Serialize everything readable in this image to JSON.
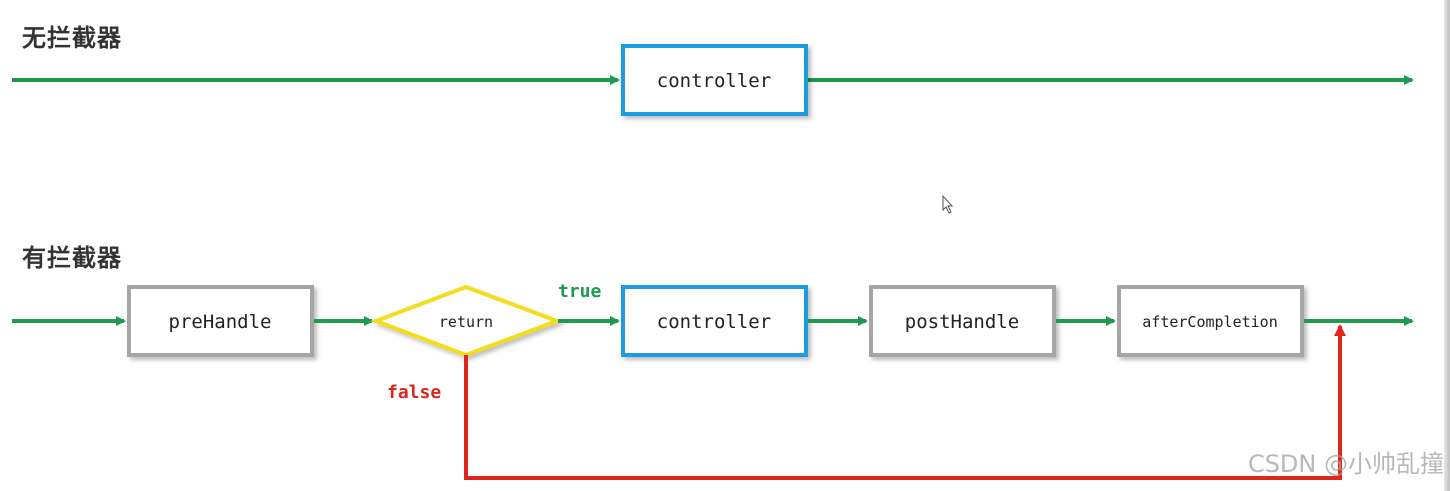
{
  "headings": {
    "without": "无拦截器",
    "with": "有拦截器"
  },
  "boxes": {
    "controller_top": "controller",
    "prehandle": "preHandle",
    "return": "return",
    "controller": "controller",
    "posthandle": "postHandle",
    "aftercompletion": "afterCompletion"
  },
  "branch_labels": {
    "true": "true",
    "false": "false"
  },
  "watermark": "CSDN @小帅乱撞",
  "colors": {
    "flow": "#1f9a4f",
    "false_path": "#e0261b",
    "controller_border": "#1e9be0",
    "handler_border": "#a6a6a6",
    "decision_border": "#f3dd1c",
    "true_label": "#1f9a4f",
    "false_label": "#d42a1e"
  }
}
